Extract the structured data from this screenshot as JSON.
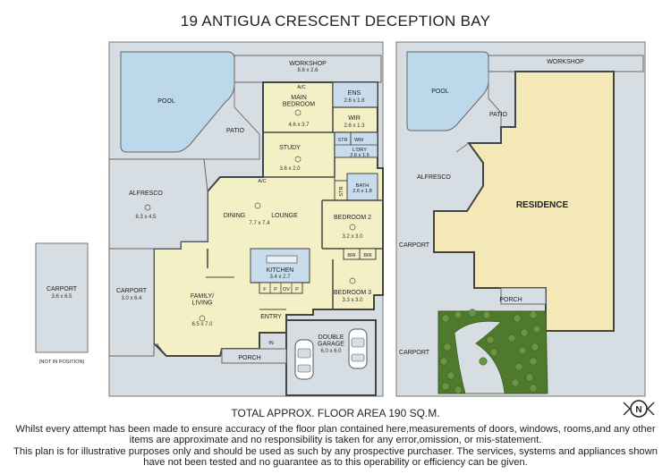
{
  "title": "19 ANTIGUA CRESCENT DECEPTION BAY",
  "total_area": "TOTAL APPROX. FLOOR AREA  190 SQ.M.",
  "disclaimer": [
    "Whilst every attempt has been made to ensure accuracy of the floor plan contained here,measurements of doors, windows, rooms,and any other",
    "items are approximate  and no responsibility is taken for any error,omission, or mis-statement.",
    "This plan is for illustrative purposes only and should be used as such by any prospective purchaser. The services, systems and appliances shown",
    "have not been tested and no guarantee as to this operability or efficiency can be given."
  ],
  "compass_label": "N",
  "colors": {
    "room": "#f4f0c6",
    "outdoor": "#d6dde3",
    "pool": "#bdd8ea",
    "wall": "#555555",
    "residence": "#f3e8b6",
    "garden": "#4f7a2e",
    "wet_area": "#c8dcec"
  },
  "floor_plan": {
    "rooms": {
      "workshop": {
        "name": "WORKSHOP",
        "dims": "8.6 x 2.6"
      },
      "pool": {
        "name": "POOL"
      },
      "patio": {
        "name": "PATIO"
      },
      "main_bedroom": {
        "name": "MAIN\nBEDROOM",
        "dims": "4.6 x 3.7"
      },
      "ens": {
        "name": "ENS",
        "dims": "2.6 x 1.8"
      },
      "wir": {
        "name": "WIR",
        "dims": "2.6 x 1.3"
      },
      "study": {
        "name": "STUDY",
        "dims": "3.6 x 2.0"
      },
      "str": {
        "name": "STR"
      },
      "wm": {
        "name": "WM"
      },
      "ldry": {
        "name": "L'DRY",
        "dims": "2.6 x 1.5"
      },
      "str2": {
        "name": "STR"
      },
      "bath": {
        "name": "BATH",
        "dims": "2.6 x 1.8"
      },
      "alfresco": {
        "name": "ALFRESCO",
        "dims": "6.3 x 4.5"
      },
      "dining": {
        "name": "DINING"
      },
      "lounge": {
        "name": "LOUNGE",
        "dims": "7.7 x 7.4"
      },
      "bedroom2": {
        "name": "BEDROOM 2",
        "dims": "3.2 x 3.0"
      },
      "bir1": {
        "name": "BIR"
      },
      "bir2": {
        "name": "BIR"
      },
      "kitchen": {
        "name": "KITCHEN",
        "dims": "3.4 x 2.7"
      },
      "pantry_f": {
        "name": "F"
      },
      "pantry_p": {
        "name": "P"
      },
      "pantry_ov": {
        "name": "OV"
      },
      "pantry_p2": {
        "name": "P"
      },
      "bedroom3": {
        "name": "BEDROOM 3",
        "dims": "3.3 x 3.0"
      },
      "family": {
        "name": "FAMILY/\nLIVING",
        "dims": "6.5 x 7.0"
      },
      "entry": {
        "name": "ENTRY"
      },
      "carport_in": {
        "name": "CARPORT",
        "dims": "3.0 x 6.4"
      },
      "carport_out": {
        "name": "CARPORT",
        "dims": "3.6 x 6.5"
      },
      "not_in_position": {
        "name": "(NOT IN POSITION)"
      },
      "double_garage": {
        "name": "DOUBLE\nGARAGE",
        "dims": "6.0 x 6.0"
      },
      "porch": {
        "name": "PORCH"
      },
      "ac1": {
        "name": "A/C"
      },
      "ac2": {
        "name": "A/C"
      },
      "in": {
        "name": "IN"
      }
    }
  },
  "site_plan": {
    "workshop": "WORKSHOP",
    "pool": "POOL",
    "patio": "PATIO",
    "alfresco": "ALFRESCO",
    "residence": "RESIDENCE",
    "carport1": "CARPORT",
    "carport2": "CARPORT",
    "porch": "PORCH"
  }
}
